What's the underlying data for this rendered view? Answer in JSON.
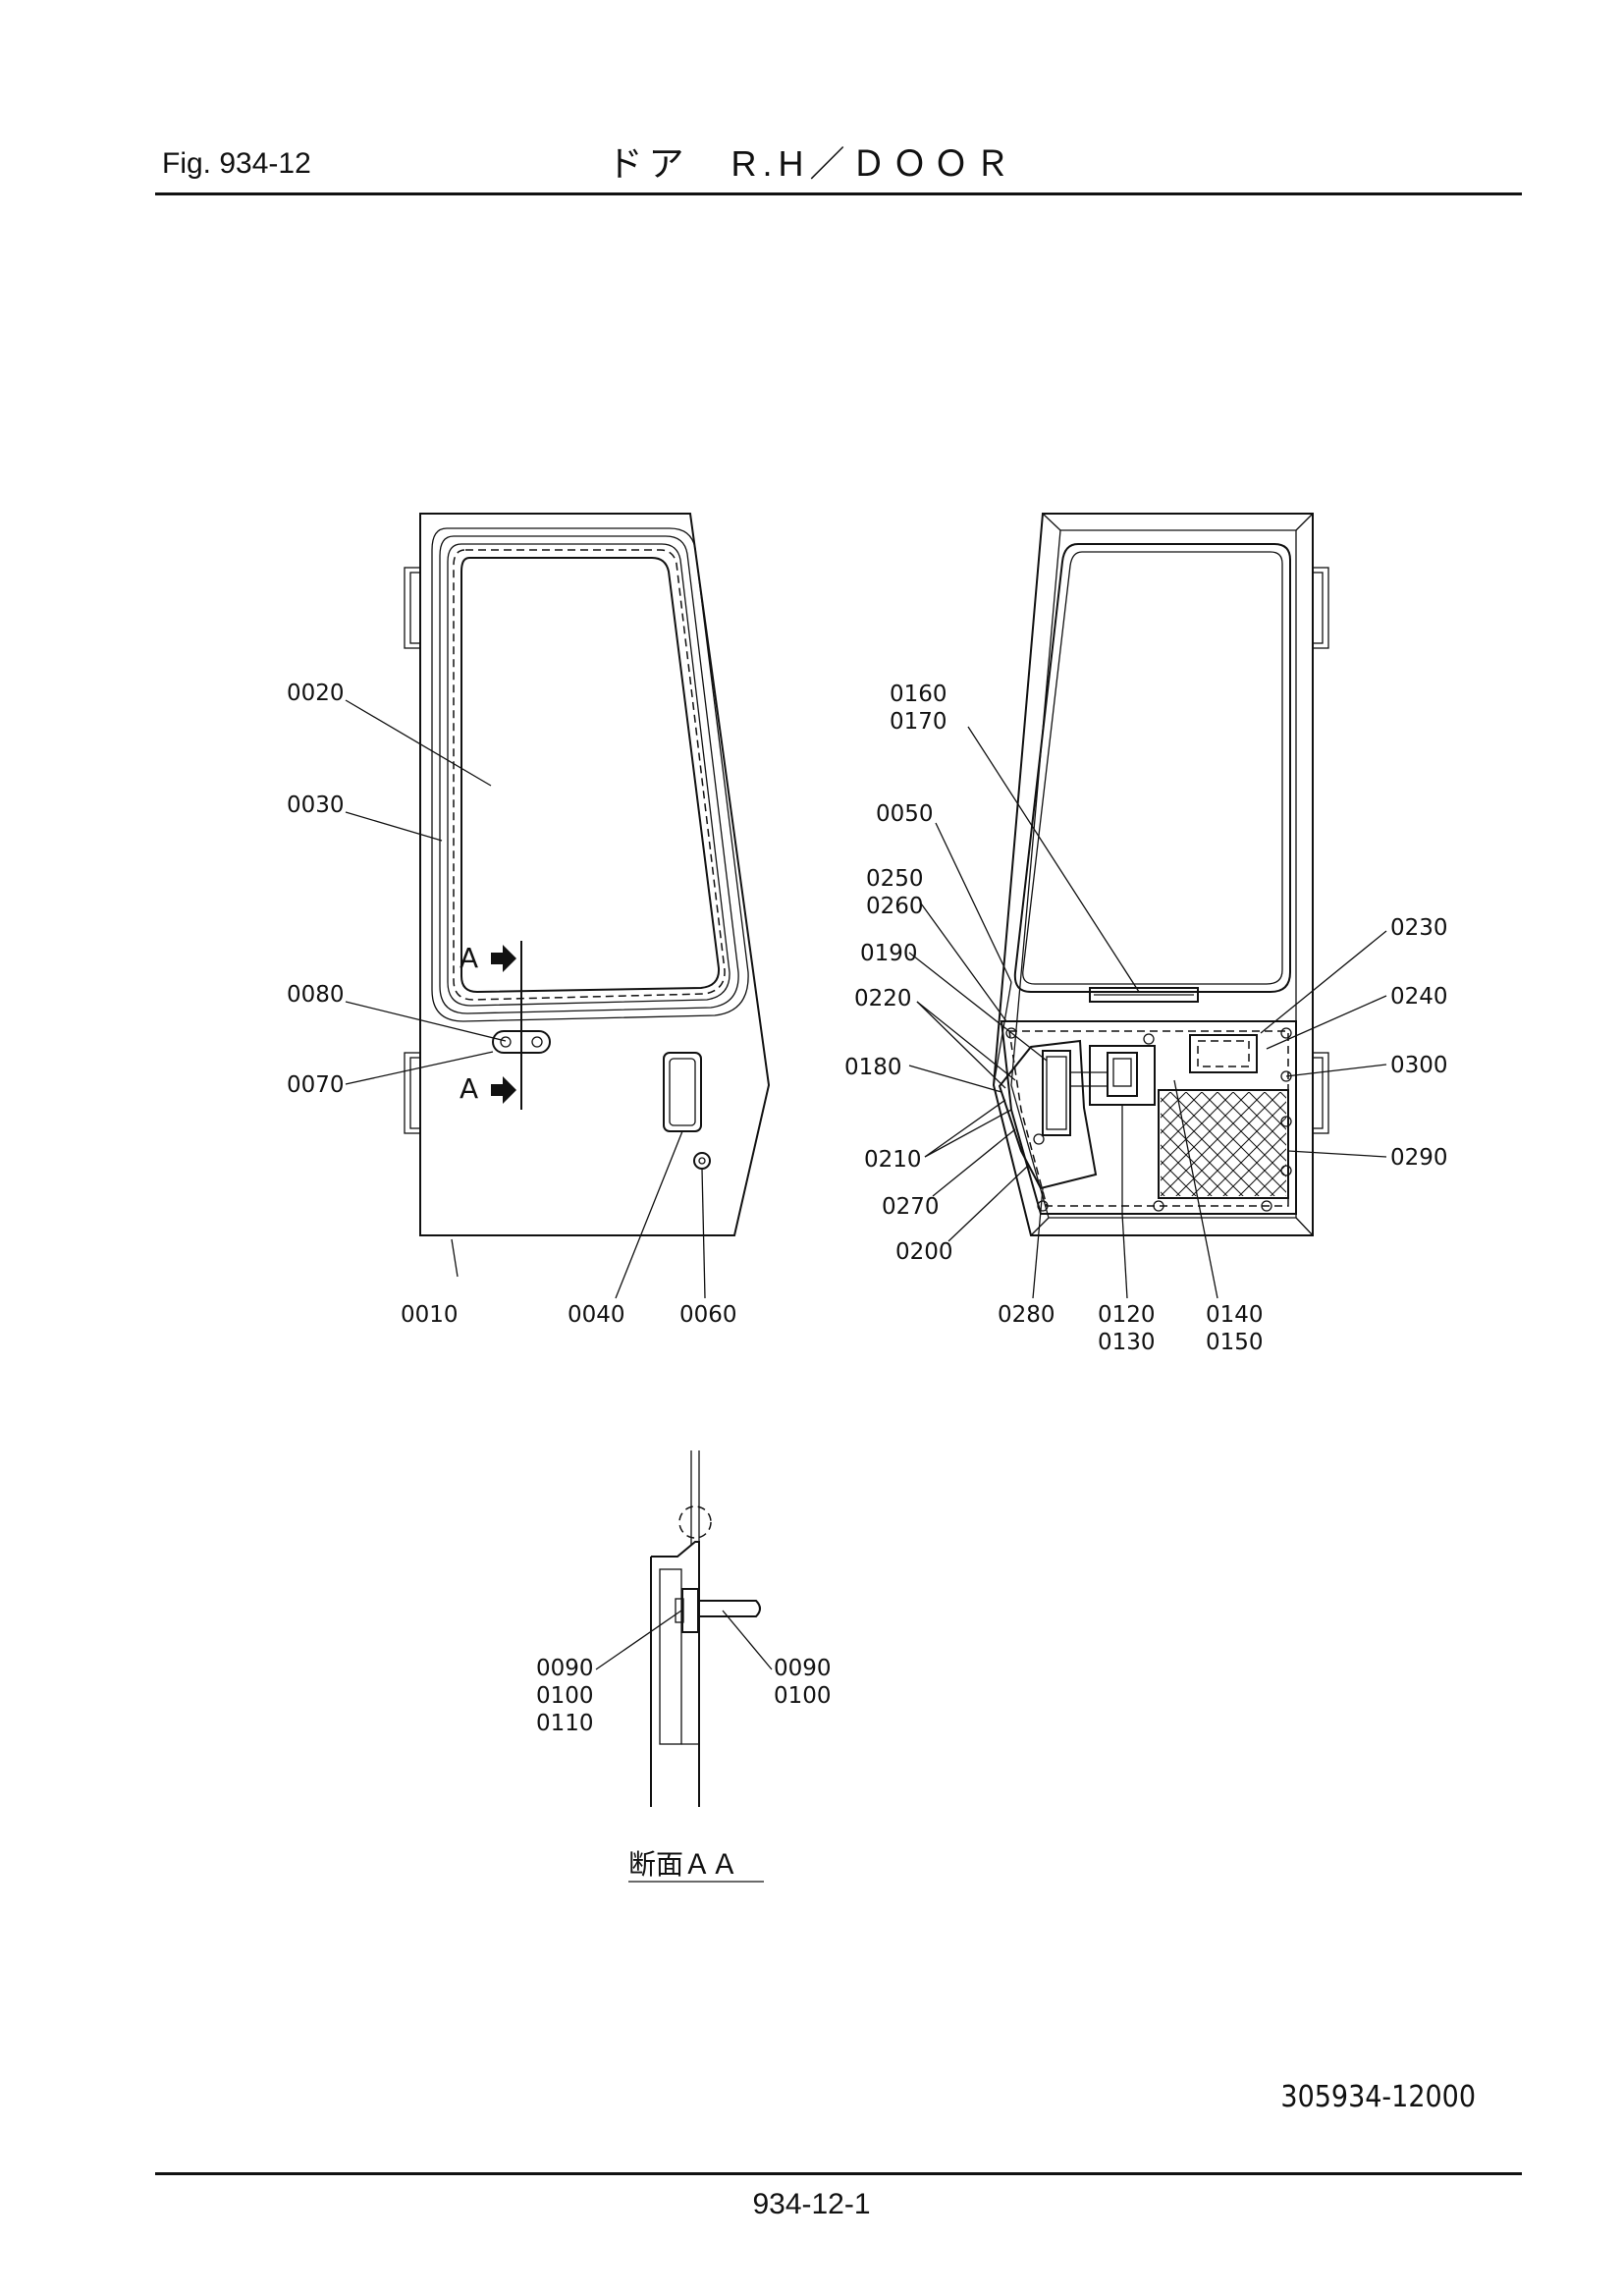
{
  "header": {
    "fig": "Fig.  934-12",
    "title": "ドア　R.H／ＤＯＯＲ"
  },
  "section_view": {
    "label": "断面ＡＡ",
    "arrow_label": "A"
  },
  "callouts": {
    "p0010": "0010",
    "p0020": "0020",
    "p0030": "0030",
    "p0040": "0040",
    "p0050": "0050",
    "p0060": "0060",
    "p0070": "0070",
    "p0080": "0080",
    "p0090a": "0090",
    "p0100a": "0100",
    "p0110": "0110",
    "p0090b": "0090",
    "p0100b": "0100",
    "p0120": "0120",
    "p0130": "0130",
    "p0140": "0140",
    "p0150": "0150",
    "p0160": "0160",
    "p0170": "0170",
    "p0180": "0180",
    "p0190": "0190",
    "p0200": "0200",
    "p0210": "0210",
    "p0220": "0220",
    "p0230": "0230",
    "p0240": "0240",
    "p0250": "0250",
    "p0260": "0260",
    "p0270": "0270",
    "p0280": "0280",
    "p0290": "0290",
    "p0300": "0300"
  },
  "footer": {
    "drawing_number": "305934-12000",
    "page_number": "934-12-1"
  }
}
